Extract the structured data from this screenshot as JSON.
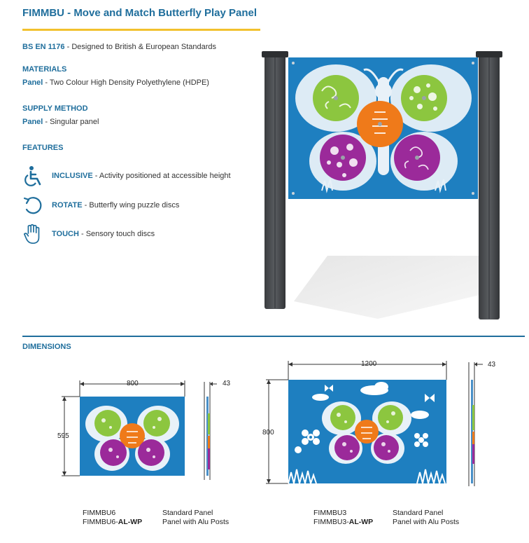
{
  "title": "FIMMBU - Move and Match Butterfly Play Panel",
  "standard": {
    "code": "BS EN 1176",
    "text": " - Designed to British & European Standards"
  },
  "materials": {
    "heading": "MATERIALS",
    "key": "Panel",
    "text": " - Two Colour High Density Polyethylene (HDPE)"
  },
  "supply": {
    "heading": "SUPPLY METHOD",
    "key": "Panel",
    "text": " - Singular panel"
  },
  "features": {
    "heading": "FEATURES",
    "items": [
      {
        "key": "INCLUSIVE",
        "text": " - Activity positioned at accessible height",
        "icon": "wheelchair-icon"
      },
      {
        "key": "ROTATE",
        "text": " - Butterfly wing puzzle discs",
        "icon": "rotate-icon"
      },
      {
        "key": "TOUCH",
        "text": " - Sensory touch discs",
        "icon": "hand-icon"
      }
    ]
  },
  "dimensions": {
    "heading": "DIMENSIONS",
    "small": {
      "width": "800",
      "height": "595",
      "depth": "43"
    },
    "large": {
      "width": "1200",
      "height": "800",
      "depth": "43"
    }
  },
  "products": {
    "small": {
      "code1": "FIMMBU6",
      "desc1": "Standard  Panel",
      "code2_prefix": "FIMMBU6-",
      "code2_bold": "AL-WP",
      "desc2": "Panel with Alu Posts"
    },
    "large": {
      "code1": "FIMMBU3",
      "desc1": "Standard  Panel",
      "code2_prefix": "FIMMBU3-",
      "code2_bold": "AL-WP",
      "desc2": "Panel with Alu Posts"
    }
  },
  "colors": {
    "brand_blue": "#1f6e9c",
    "accent_yellow": "#f2c12e",
    "panel_blue": "#1e7fc0",
    "disc_green": "#8cc63f",
    "disc_orange": "#ef7a1a",
    "disc_purple": "#9b2a9a",
    "post_grey": "#4a4d50"
  }
}
